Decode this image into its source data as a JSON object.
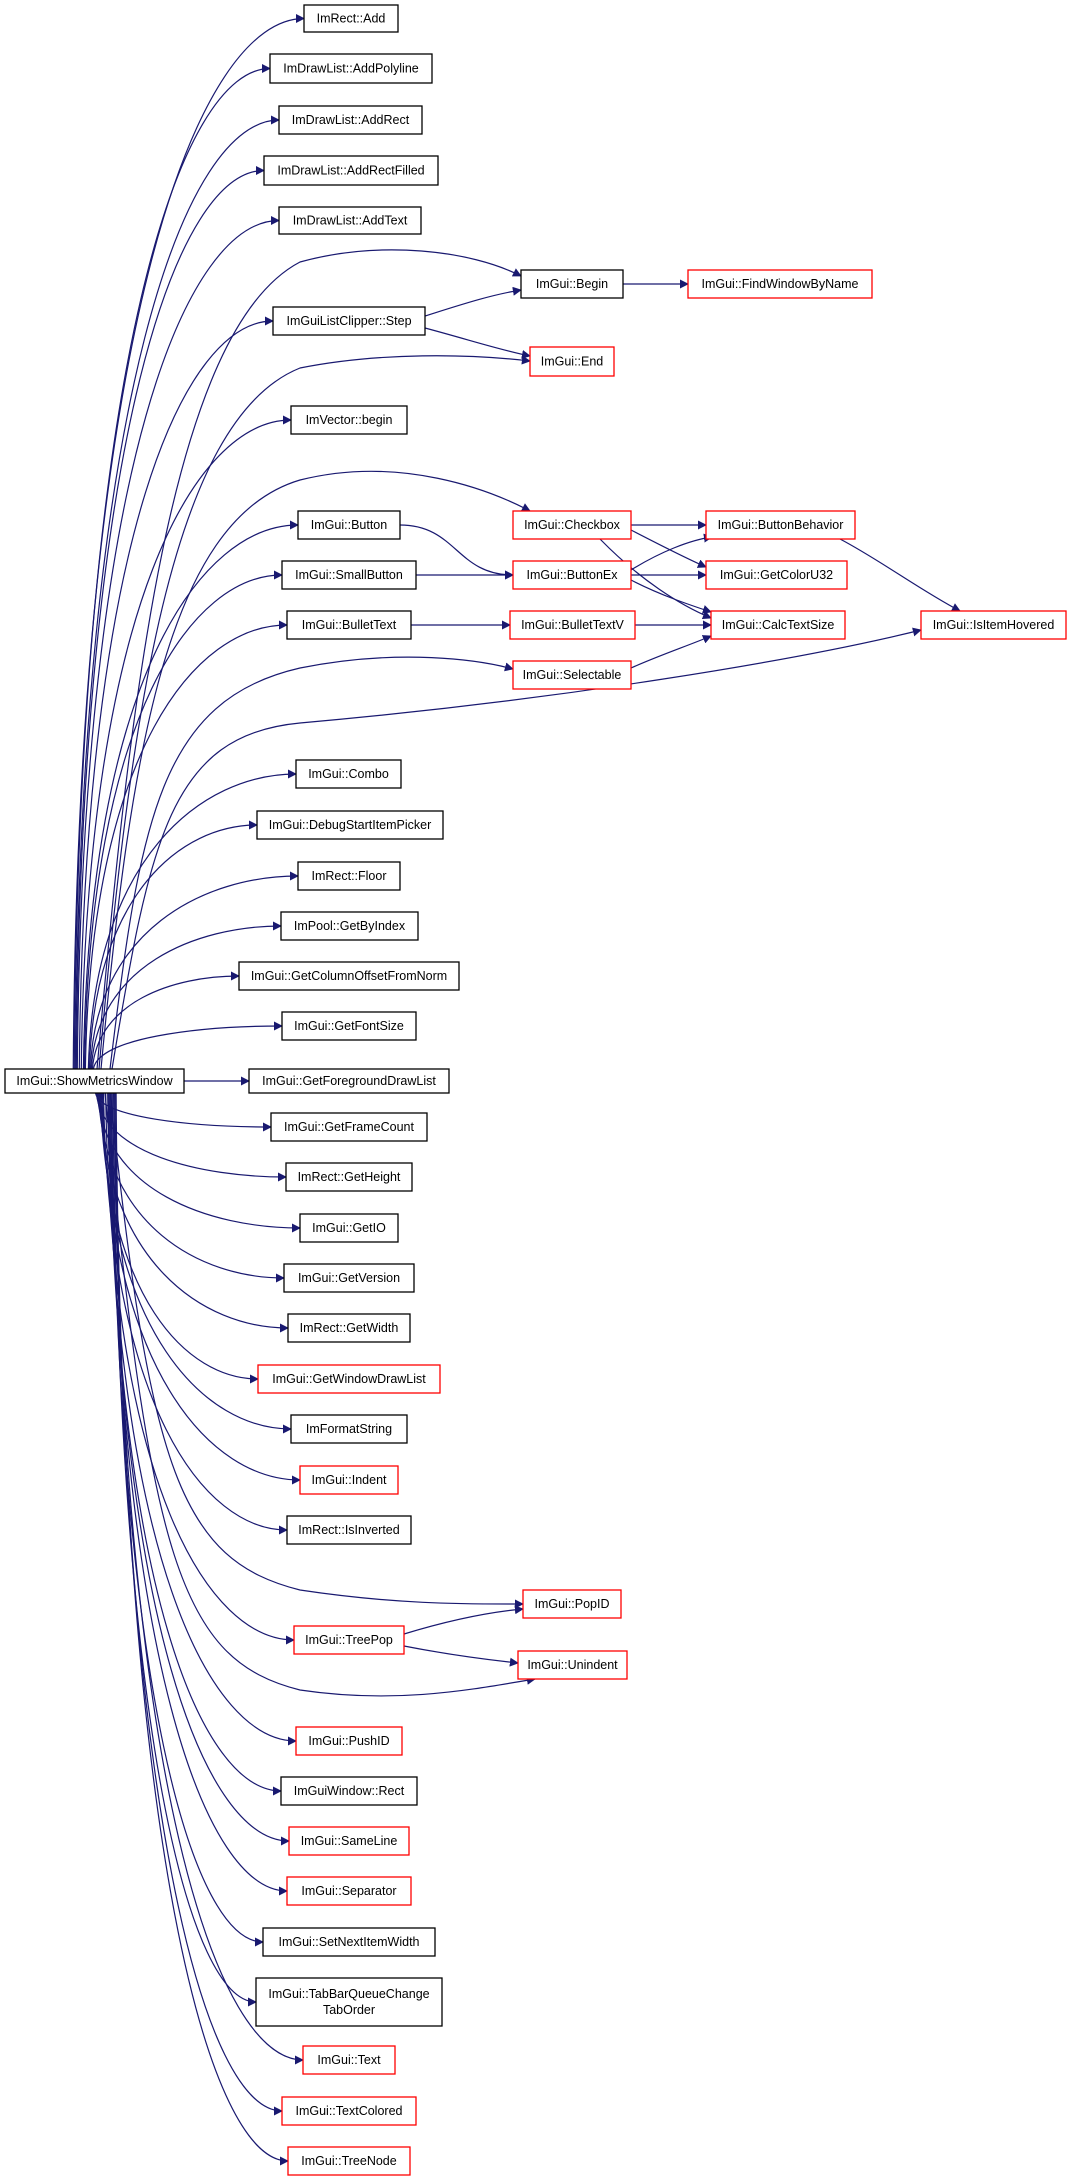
{
  "colors": {
    "edge": "#191970",
    "border_documented": "#000000",
    "border_external": "#ff0000",
    "root_fill": "#bfbfbf"
  },
  "nodes": {
    "root": {
      "label": "ImGui::ShowMetricsWindow",
      "style": "root"
    },
    "rect_add": {
      "label": "ImRect::Add",
      "style": "black"
    },
    "add_polyline": {
      "label": "ImDrawList::AddPolyline",
      "style": "black"
    },
    "add_rect": {
      "label": "ImDrawList::AddRect",
      "style": "black"
    },
    "add_rect_filled": {
      "label": "ImDrawList::AddRectFilled",
      "style": "black"
    },
    "add_text": {
      "label": "ImDrawList::AddText",
      "style": "black"
    },
    "clipper_step": {
      "label": "ImGuiListClipper::Step",
      "style": "black"
    },
    "begin": {
      "label": "ImGui::Begin",
      "style": "black"
    },
    "find_window": {
      "label": "ImGui::FindWindowByName",
      "style": "red"
    },
    "end": {
      "label": "ImGui::End",
      "style": "red"
    },
    "vector_begin": {
      "label": "ImVector::begin",
      "style": "black"
    },
    "checkbox": {
      "label": "ImGui::Checkbox",
      "style": "red"
    },
    "button_behavior": {
      "label": "ImGui::ButtonBehavior",
      "style": "red"
    },
    "button": {
      "label": "ImGui::Button",
      "style": "black"
    },
    "small_button": {
      "label": "ImGui::SmallButton",
      "style": "black"
    },
    "button_ex": {
      "label": "ImGui::ButtonEx",
      "style": "red"
    },
    "get_color_u32": {
      "label": "ImGui::GetColorU32",
      "style": "red"
    },
    "bullet_text": {
      "label": "ImGui::BulletText",
      "style": "black"
    },
    "bullet_text_v": {
      "label": "ImGui::BulletTextV",
      "style": "red"
    },
    "calc_text_size": {
      "label": "ImGui::CalcTextSize",
      "style": "red"
    },
    "is_item_hovered": {
      "label": "ImGui::IsItemHovered",
      "style": "red"
    },
    "selectable": {
      "label": "ImGui::Selectable",
      "style": "red"
    },
    "combo": {
      "label": "ImGui::Combo",
      "style": "black"
    },
    "debug_picker": {
      "label": "ImGui::DebugStartItemPicker",
      "style": "black"
    },
    "rect_floor": {
      "label": "ImRect::Floor",
      "style": "black"
    },
    "pool_get_by_index": {
      "label": "ImPool::GetByIndex",
      "style": "black"
    },
    "get_column_offset": {
      "label": "ImGui::GetColumnOffsetFromNorm",
      "style": "black"
    },
    "get_font_size": {
      "label": "ImGui::GetFontSize",
      "style": "black"
    },
    "get_foreground_dl": {
      "label": "ImGui::GetForegroundDrawList",
      "style": "black"
    },
    "get_frame_count": {
      "label": "ImGui::GetFrameCount",
      "style": "black"
    },
    "rect_get_height": {
      "label": "ImRect::GetHeight",
      "style": "black"
    },
    "get_io": {
      "label": "ImGui::GetIO",
      "style": "black"
    },
    "get_version": {
      "label": "ImGui::GetVersion",
      "style": "black"
    },
    "rect_get_width": {
      "label": "ImRect::GetWidth",
      "style": "black"
    },
    "get_window_dl": {
      "label": "ImGui::GetWindowDrawList",
      "style": "red"
    },
    "im_format_string": {
      "label": "ImFormatString",
      "style": "black"
    },
    "indent": {
      "label": "ImGui::Indent",
      "style": "red"
    },
    "rect_is_inverted": {
      "label": "ImRect::IsInverted",
      "style": "black"
    },
    "pop_id": {
      "label": "ImGui::PopID",
      "style": "red"
    },
    "tree_pop": {
      "label": "ImGui::TreePop",
      "style": "red"
    },
    "unindent": {
      "label": "ImGui::Unindent",
      "style": "red"
    },
    "push_id": {
      "label": "ImGui::PushID",
      "style": "red"
    },
    "window_rect": {
      "label": "ImGuiWindow::Rect",
      "style": "black"
    },
    "same_line": {
      "label": "ImGui::SameLine",
      "style": "red"
    },
    "separator": {
      "label": "ImGui::Separator",
      "style": "red"
    },
    "set_next_item_width": {
      "label": "ImGui::SetNextItemWidth",
      "style": "black"
    },
    "tab_bar_queue": {
      "label": "ImGui::TabBarQueueChange\nTabOrder",
      "style": "black"
    },
    "text": {
      "label": "ImGui::Text",
      "style": "red"
    },
    "text_colored": {
      "label": "ImGui::TextColored",
      "style": "red"
    },
    "tree_node": {
      "label": "ImGui::TreeNode",
      "style": "red"
    }
  },
  "edges": [
    [
      "root",
      "rect_add"
    ],
    [
      "root",
      "add_polyline"
    ],
    [
      "root",
      "add_rect"
    ],
    [
      "root",
      "add_rect_filled"
    ],
    [
      "root",
      "add_text"
    ],
    [
      "root",
      "begin"
    ],
    [
      "root",
      "clipper_step"
    ],
    [
      "root",
      "end"
    ],
    [
      "root",
      "vector_begin"
    ],
    [
      "root",
      "checkbox"
    ],
    [
      "root",
      "button"
    ],
    [
      "root",
      "small_button"
    ],
    [
      "root",
      "bullet_text"
    ],
    [
      "root",
      "selectable"
    ],
    [
      "root",
      "is_item_hovered"
    ],
    [
      "root",
      "combo"
    ],
    [
      "root",
      "debug_picker"
    ],
    [
      "root",
      "rect_floor"
    ],
    [
      "root",
      "pool_get_by_index"
    ],
    [
      "root",
      "get_column_offset"
    ],
    [
      "root",
      "get_font_size"
    ],
    [
      "root",
      "get_foreground_dl"
    ],
    [
      "root",
      "get_frame_count"
    ],
    [
      "root",
      "rect_get_height"
    ],
    [
      "root",
      "get_io"
    ],
    [
      "root",
      "get_version"
    ],
    [
      "root",
      "rect_get_width"
    ],
    [
      "root",
      "get_window_dl"
    ],
    [
      "root",
      "im_format_string"
    ],
    [
      "root",
      "indent"
    ],
    [
      "root",
      "rect_is_inverted"
    ],
    [
      "root",
      "pop_id"
    ],
    [
      "root",
      "tree_pop"
    ],
    [
      "root",
      "unindent"
    ],
    [
      "root",
      "push_id"
    ],
    [
      "root",
      "window_rect"
    ],
    [
      "root",
      "same_line"
    ],
    [
      "root",
      "separator"
    ],
    [
      "root",
      "set_next_item_width"
    ],
    [
      "root",
      "tab_bar_queue"
    ],
    [
      "root",
      "text"
    ],
    [
      "root",
      "text_colored"
    ],
    [
      "root",
      "tree_node"
    ],
    [
      "begin",
      "find_window"
    ],
    [
      "clipper_step",
      "begin"
    ],
    [
      "clipper_step",
      "end"
    ],
    [
      "checkbox",
      "button_behavior"
    ],
    [
      "checkbox",
      "get_color_u32"
    ],
    [
      "checkbox",
      "calc_text_size"
    ],
    [
      "button",
      "button_ex"
    ],
    [
      "small_button",
      "button_ex"
    ],
    [
      "button_ex",
      "button_behavior"
    ],
    [
      "button_ex",
      "get_color_u32"
    ],
    [
      "button_ex",
      "calc_text_size"
    ],
    [
      "bullet_text",
      "bullet_text_v"
    ],
    [
      "bullet_text_v",
      "calc_text_size"
    ],
    [
      "selectable",
      "calc_text_size"
    ],
    [
      "button_behavior",
      "is_item_hovered"
    ],
    [
      "tree_pop",
      "pop_id"
    ],
    [
      "tree_pop",
      "unindent"
    ]
  ]
}
